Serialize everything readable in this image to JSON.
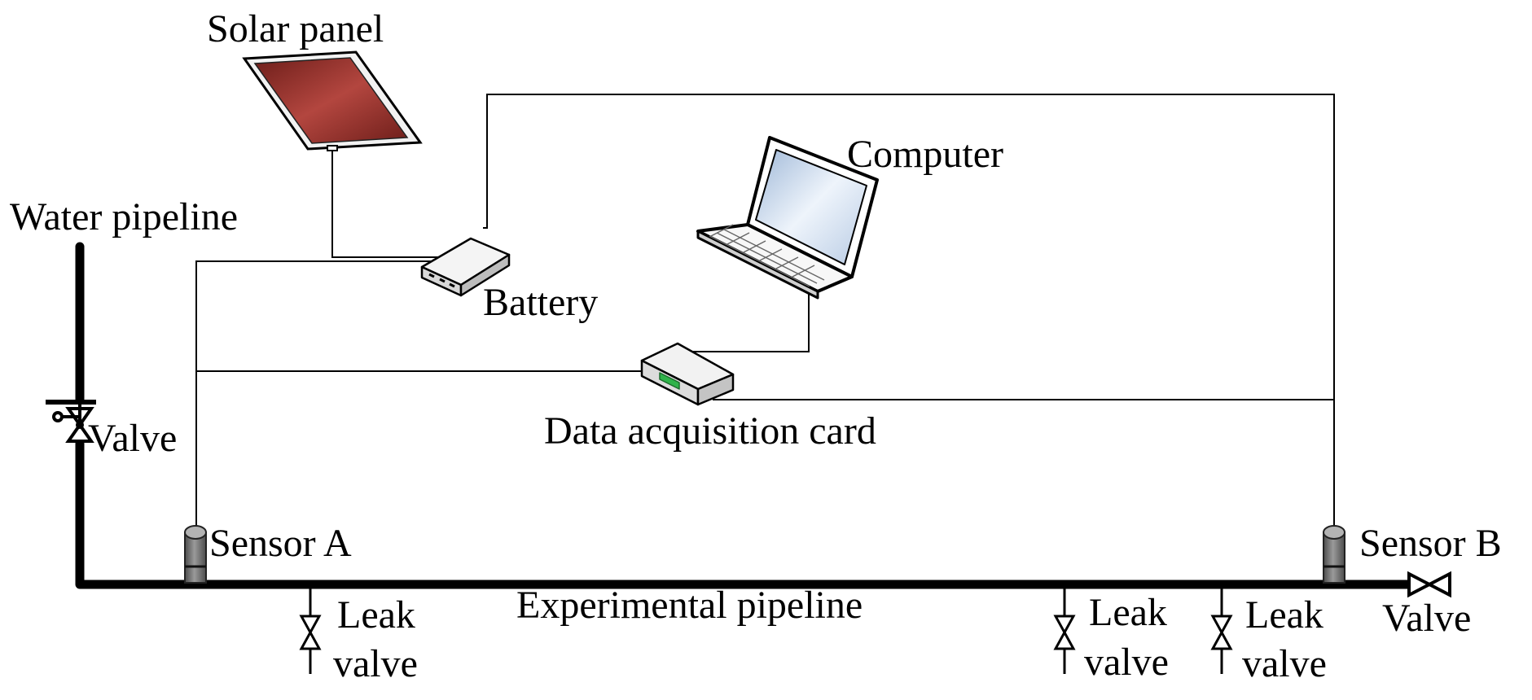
{
  "labels": {
    "solar_panel": "Solar panel",
    "computer": "Computer",
    "water_pipeline": "Water pipeline",
    "battery": "Battery",
    "valve_left": "Valve",
    "data_acquisition_card": "Data acquisition card",
    "sensor_a": "Sensor A",
    "sensor_b": "Sensor B",
    "experimental_pipeline": "Experimental pipeline",
    "valve_right": "Valve",
    "leak_valves": [
      {
        "line1": "Leak",
        "line2": "valve"
      },
      {
        "line1": "Leak",
        "line2": "valve"
      },
      {
        "line1": "Leak",
        "line2": "valve"
      }
    ]
  },
  "colors": {
    "line": "#000000",
    "solar_panel": "#a8403a",
    "sensor": "#7a7a7a",
    "laptop_screen": "#d9e6f5",
    "device_body": "#ececec",
    "status_led": "#2fb34a"
  }
}
